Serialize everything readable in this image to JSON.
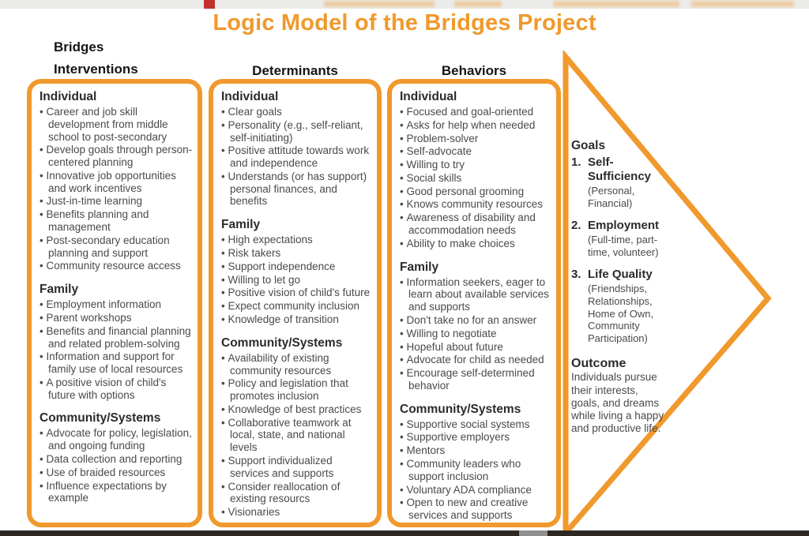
{
  "page": {
    "title": "Logic Model of the Bridges Project"
  },
  "colors": {
    "accent": "#F0992C",
    "bottom_bar": "#2E2721",
    "heading_text": "#2B2B2B",
    "body_text": "#4A4A4A"
  },
  "columns": [
    {
      "header_lines": [
        "Bridges",
        "Interventions"
      ],
      "sections": [
        {
          "heading": "Individual",
          "items": [
            "Career and job skill development from middle school to post-secondary",
            "Develop goals through person-centered planning",
            "Innovative job opportunities and work incentives",
            "Just-in-time learning",
            "Benefits planning and management",
            "Post-secondary education planning and support",
            "Community resource access"
          ]
        },
        {
          "heading": "Family",
          "items": [
            "Employment information",
            "Parent workshops",
            "Benefits and financial planning and related problem-solving",
            "Information and support for family use of local resources",
            "A positive vision of child's future with options"
          ]
        },
        {
          "heading": "Community/Systems",
          "items": [
            "Advocate for policy, legislation, and ongoing funding",
            "Data collection and reporting",
            "Use of braided resources",
            "Influence expectations by example"
          ]
        }
      ]
    },
    {
      "header_lines": [
        "Determinants"
      ],
      "sections": [
        {
          "heading": "Individual",
          "items": [
            "Clear goals",
            "Personality (e.g., self-reliant, self-initiating)",
            "Positive attitude towards work and independence",
            "Understands (or has support) personal finances, and benefits"
          ]
        },
        {
          "heading": "Family",
          "items": [
            "High expectations",
            "Risk takers",
            "Support independence",
            "Willing to let go",
            "Positive vision of child's future",
            "Expect community inclusion",
            "Knowledge of transition"
          ]
        },
        {
          "heading": "Community/Systems",
          "items": [
            "Availability of existing community resources",
            "Policy and legislation that promotes inclusion",
            "Knowledge of best practices",
            "Collaborative teamwork at local, state, and national levels",
            "Support individualized services and supports",
            "Consider reallocation of existing resourcs",
            "Visionaries"
          ]
        }
      ]
    },
    {
      "header_lines": [
        "Behaviors"
      ],
      "sections": [
        {
          "heading": "Individual",
          "items": [
            "Focused and goal-oriented",
            "Asks for help when needed",
            "Problem-solver",
            "Self-advocate",
            "Willing to try",
            "Social skills",
            "Good personal grooming",
            "Knows community resources",
            "Awareness of disability and accommodation needs",
            "Ability to make choices"
          ]
        },
        {
          "heading": "Family",
          "items": [
            "Information seekers, eager to learn about available services and supports",
            "Don't take no for an answer",
            "Willing to negotiate",
            "Hopeful about future",
            "Advocate for child as needed",
            "Encourage self-determined behavior"
          ]
        },
        {
          "heading": "Community/Systems",
          "items": [
            "Supportive social systems",
            "Supportive employers",
            "Mentors",
            "Community leaders who support inclusion",
            "Voluntary ADA compliance",
            "Open to new and creative services and supports"
          ]
        }
      ]
    }
  ],
  "arrow": {
    "goals_heading": "Goals",
    "goals": [
      {
        "number": "1.",
        "name": "Self-Sufficiency",
        "detail": "(Personal, Financial)"
      },
      {
        "number": "2.",
        "name": "Employment",
        "detail": "(Full-time, part-time, volunteer)"
      },
      {
        "number": "3.",
        "name": "Life Quality",
        "detail": "(Friendships, Relationships, Home of Own, Community Participation)"
      }
    ],
    "outcome_heading": "Outcome",
    "outcome_text": "Individuals pursue their interests, goals, and dreams while living a happy and productive life."
  }
}
